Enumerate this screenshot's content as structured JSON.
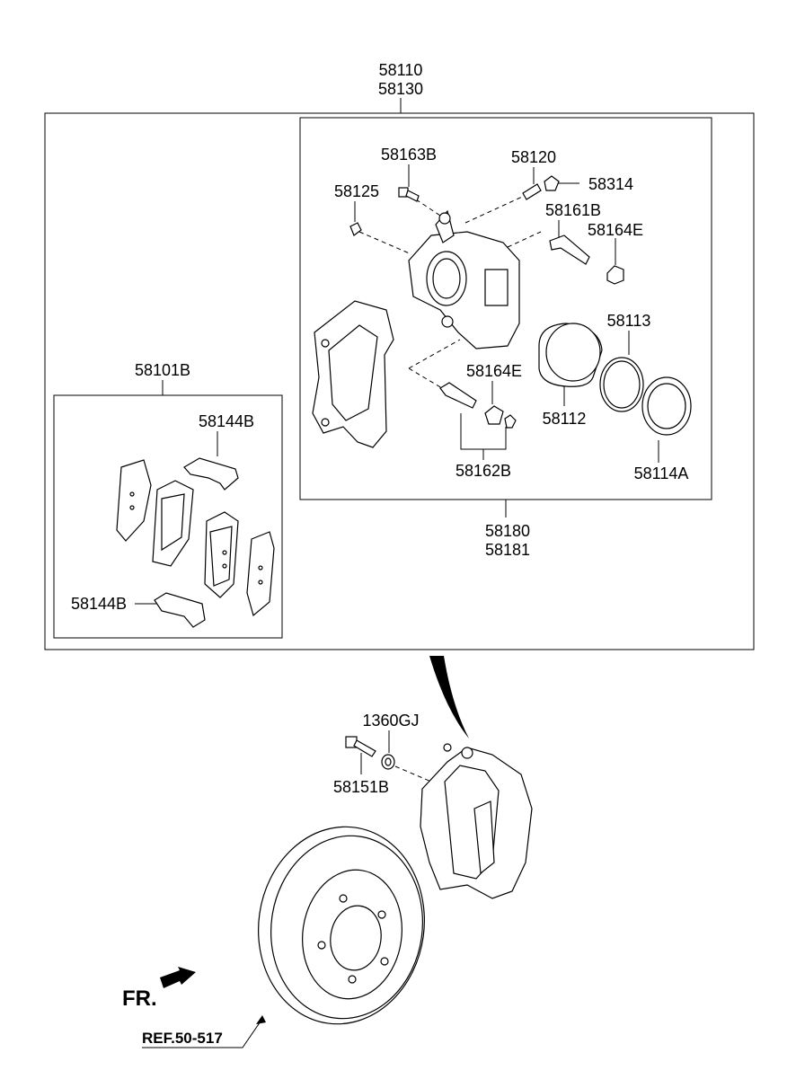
{
  "labels": {
    "assy_top_1": "58110",
    "assy_top_2": "58130",
    "pad_kit": "58101B",
    "pad_clip_upper": "58144B",
    "pad_clip_lower": "58144B",
    "bolt_58163b": "58163B",
    "bleeder_58120": "58120",
    "cap_58314": "58314",
    "cap_58125": "58125",
    "pin_58161b": "58161B",
    "boot_58164e_upper": "58164E",
    "seal_58113": "58113",
    "boot_58164e_lower": "58164E",
    "piston_58112": "58112",
    "pin_kit_58162b": "58162B",
    "boot_58114a": "58114A",
    "housing_1": "58180",
    "housing_2": "58181",
    "washer_1360gj": "1360GJ",
    "bolt_58151b": "58151B",
    "front_marker": "FR.",
    "reference": "REF.50-517"
  }
}
